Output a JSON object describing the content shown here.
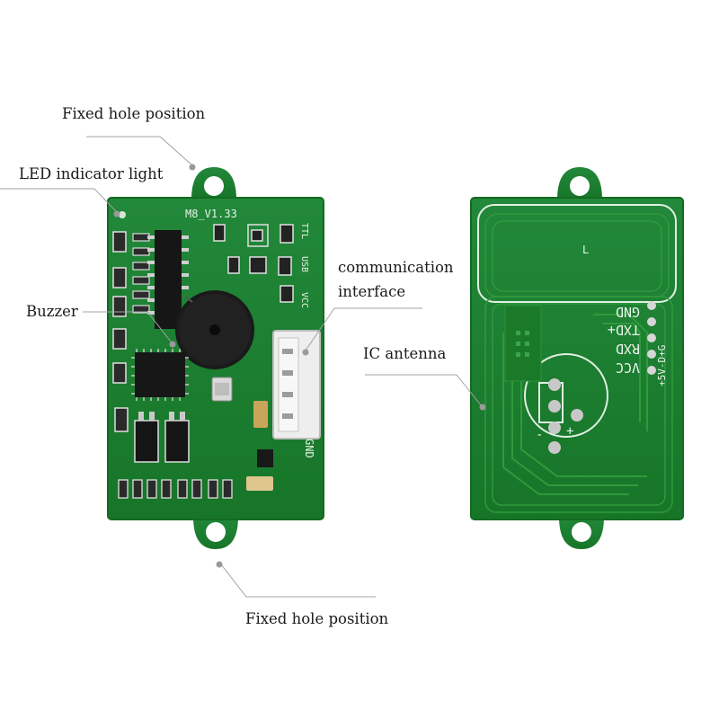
{
  "callouts": {
    "fixed_hole_top": "Fixed hole position",
    "led_indicator": "LED indicator light",
    "buzzer": "Buzzer",
    "communication_line1": "communication",
    "communication_line2": "interface",
    "ic_antenna": "IC antenna",
    "fixed_hole_bottom": "Fixed hole position"
  },
  "silkscreen": {
    "version": "M8_V1.33",
    "ttl": "TTL",
    "usb": "USB",
    "vcc": "VCC",
    "gnd_front": "GND",
    "coil_mark": "L",
    "pin_gnd": "GND",
    "pin_txd": "TXD+",
    "pin_rxd": "RXD",
    "pin_vcc": "VCC",
    "side_marks": "+5V-D+G",
    "plus": "+",
    "minus": "-"
  },
  "colors": {
    "board": "#1e7f2c",
    "board_edge": "#136b20",
    "trace": "#2f9a3c",
    "silk": "#e9f3e9",
    "pad": "#d6d6d6",
    "leader": "#9a9a9a"
  }
}
